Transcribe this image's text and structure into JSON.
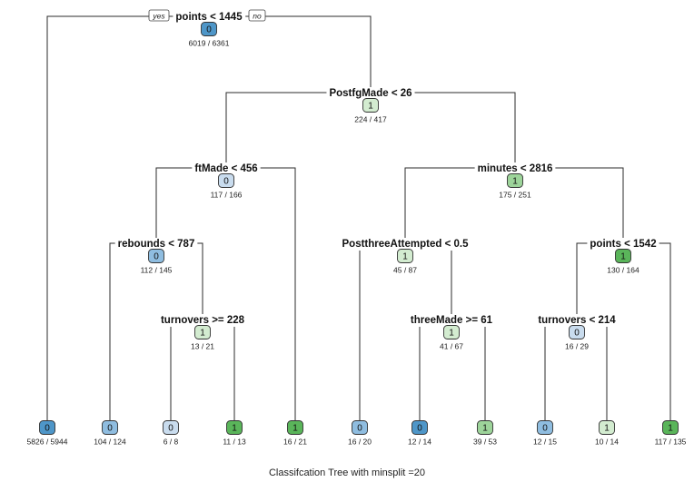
{
  "diagram": {
    "branch_labels": {
      "yes": "yes",
      "no": "no"
    },
    "caption": "Classifcation Tree with minsplit =20",
    "class_colors": {
      "0": {
        "dark": "#4e96c8",
        "mid": "#8fbde0",
        "light": "#c9dcee"
      },
      "1": {
        "dark": "#5ab55a",
        "mid": "#9dd49a",
        "light": "#d3ecd0"
      }
    },
    "nodes": [
      {
        "id": "root",
        "cls": "0",
        "frac": "6019 / 6361",
        "split": "points < 1445",
        "shade": "dark"
      },
      {
        "id": "n_pfg",
        "cls": "1",
        "frac": "224 / 417",
        "split": "PostfgMade < 26",
        "shade": "light"
      },
      {
        "id": "n_ft",
        "cls": "0",
        "frac": "117 / 166",
        "split": "ftMade < 456",
        "shade": "light"
      },
      {
        "id": "n_min",
        "cls": "1",
        "frac": "175 / 251",
        "split": "minutes < 2816",
        "shade": "mid"
      },
      {
        "id": "n_reb",
        "cls": "0",
        "frac": "112 / 145",
        "split": "rebounds < 787",
        "shade": "mid"
      },
      {
        "id": "n_to1",
        "cls": "1",
        "frac": "13 / 21",
        "split": "turnovers >= 228",
        "shade": "light"
      },
      {
        "id": "n_pta",
        "cls": "1",
        "frac": "45 / 87",
        "split": "PostthreeAttempted < 0.5",
        "shade": "light"
      },
      {
        "id": "n_3m",
        "cls": "1",
        "frac": "41 / 67",
        "split": "threeMade >= 61",
        "shade": "light"
      },
      {
        "id": "n_pts",
        "cls": "1",
        "frac": "130 / 164",
        "split": "points < 1542",
        "shade": "dark"
      },
      {
        "id": "n_to2",
        "cls": "0",
        "frac": "16 / 29",
        "split": "turnovers < 214",
        "shade": "light"
      }
    ],
    "leaves": [
      {
        "id": "l1",
        "cls": "0",
        "frac": "5826 / 5944",
        "shade": "dark"
      },
      {
        "id": "l2",
        "cls": "0",
        "frac": "104 / 124",
        "shade": "mid"
      },
      {
        "id": "l3",
        "cls": "0",
        "frac": "6 / 8",
        "shade": "light"
      },
      {
        "id": "l4",
        "cls": "1",
        "frac": "11 / 13",
        "shade": "dark"
      },
      {
        "id": "l5",
        "cls": "1",
        "frac": "16 / 21",
        "shade": "dark"
      },
      {
        "id": "l6",
        "cls": "0",
        "frac": "16 / 20",
        "shade": "mid"
      },
      {
        "id": "l7",
        "cls": "0",
        "frac": "12 / 14",
        "shade": "dark"
      },
      {
        "id": "l8",
        "cls": "1",
        "frac": "39 / 53",
        "shade": "mid"
      },
      {
        "id": "l9",
        "cls": "0",
        "frac": "12 / 15",
        "shade": "mid"
      },
      {
        "id": "l10",
        "cls": "1",
        "frac": "10 / 14",
        "shade": "light"
      },
      {
        "id": "l11",
        "cls": "1",
        "frac": "117 / 135",
        "shade": "dark"
      }
    ],
    "edges": [
      [
        "root",
        "l1"
      ],
      [
        "root",
        "n_pfg"
      ],
      [
        "n_pfg",
        "n_ft"
      ],
      [
        "n_pfg",
        "n_min"
      ],
      [
        "n_ft",
        "n_reb"
      ],
      [
        "n_ft",
        "l5"
      ],
      [
        "n_reb",
        "l2"
      ],
      [
        "n_reb",
        "n_to1"
      ],
      [
        "n_to1",
        "l3"
      ],
      [
        "n_to1",
        "l4"
      ],
      [
        "n_min",
        "n_pta"
      ],
      [
        "n_min",
        "n_pts"
      ],
      [
        "n_pta",
        "l6"
      ],
      [
        "n_pta",
        "n_3m"
      ],
      [
        "n_3m",
        "l7"
      ],
      [
        "n_3m",
        "l8"
      ],
      [
        "n_pts",
        "n_to2"
      ],
      [
        "n_pts",
        "l11"
      ],
      [
        "n_to2",
        "l9"
      ],
      [
        "n_to2",
        "l10"
      ]
    ]
  }
}
